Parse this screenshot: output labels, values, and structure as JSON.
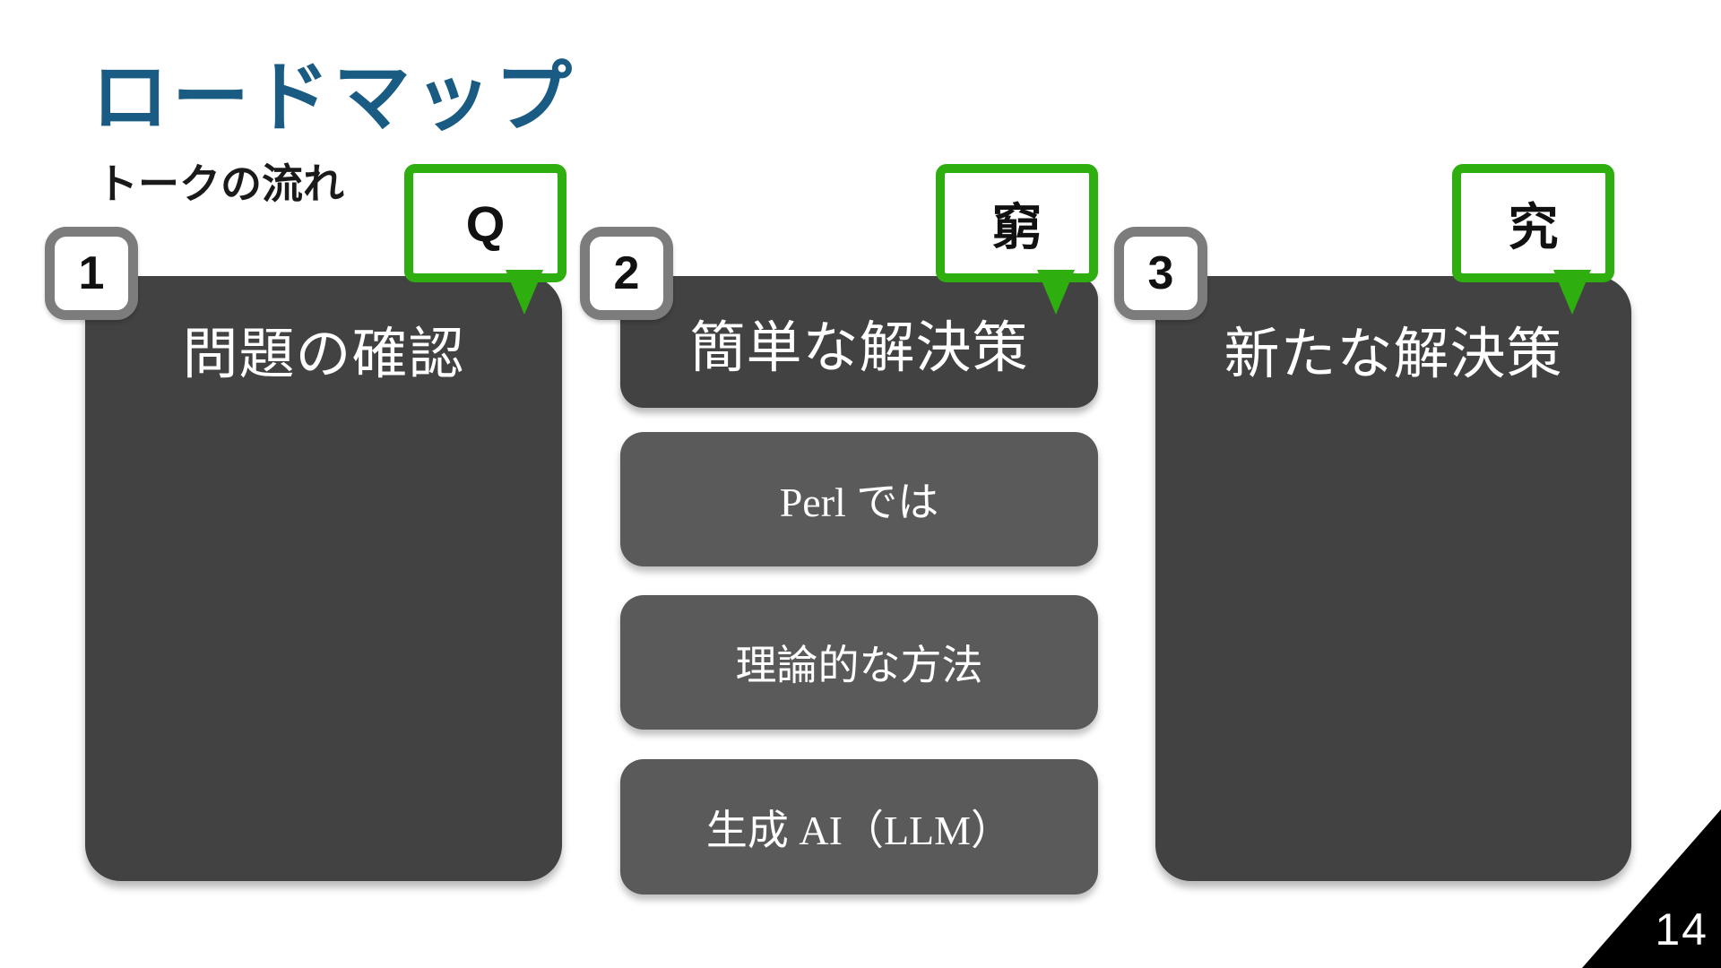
{
  "slide": {
    "title": "ロードマップ",
    "subtitle": "トークの流れ",
    "page_number": "14"
  },
  "colors": {
    "accent_blue": "#195B83",
    "callout_green": "#2FAE10",
    "panel_dark": "#424242",
    "panel_medium": "#5A5A5A",
    "badge_ring_gray": "#7C7C7C",
    "corner_black": "#000000"
  },
  "columns": [
    {
      "badge": "1",
      "bubble": "Q",
      "header": "問題の確認",
      "items": []
    },
    {
      "badge": "2",
      "bubble": "窮",
      "header": "簡単な解決策",
      "items": [
        "Perl では",
        "理論的な方法",
        "生成 AI（LLM）"
      ]
    },
    {
      "badge": "3",
      "bubble": "究",
      "header": "新たな解決策",
      "items": []
    }
  ]
}
